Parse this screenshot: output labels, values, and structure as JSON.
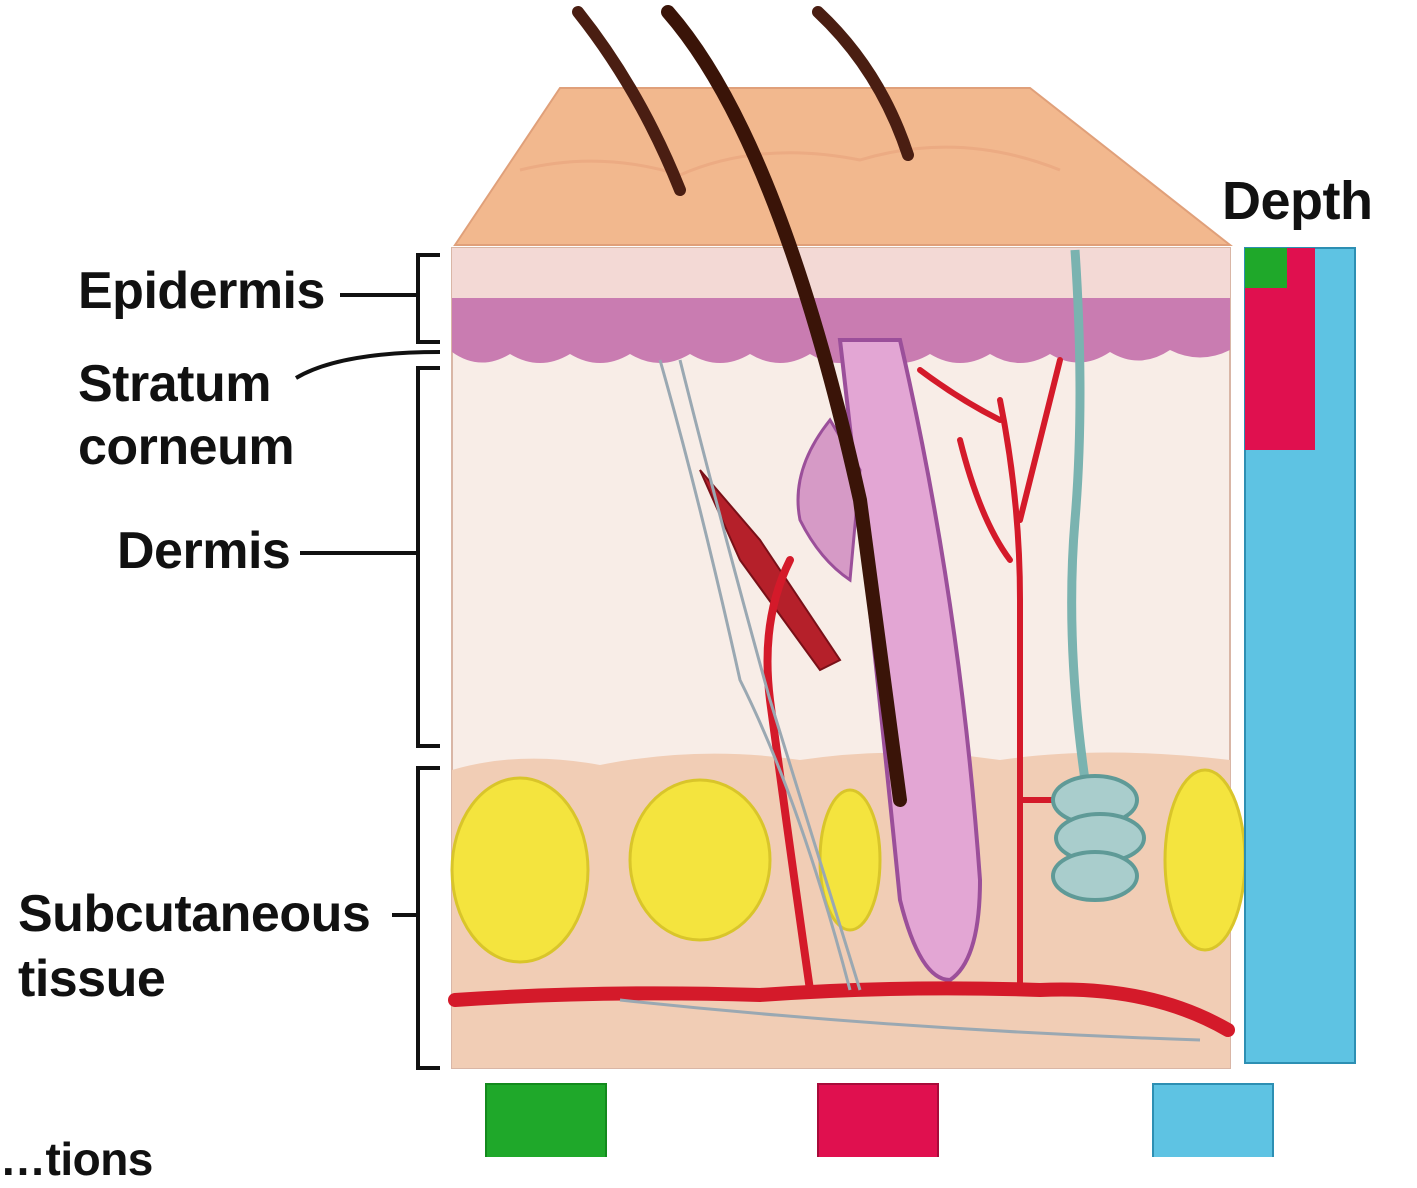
{
  "labels": {
    "depth": "Depth",
    "epidermis": "Epidermis",
    "stratum_line1": "Stratum",
    "stratum_line2": "corneum",
    "dermis": "Dermis",
    "subcutaneous_line1": "Subcutaneous",
    "subcutaneous_line2": "tissue",
    "bottom_cropped": "…tions"
  },
  "colors": {
    "green": "#1fa82a",
    "red": "#e0104f",
    "blue": "#5ec3e3",
    "skin_top": "#f0b48a",
    "epidermis_band": "#c77bb0",
    "dermis": "#f8ece6",
    "subcutaneous": "#f1cbb2",
    "fat": "#f3e23a",
    "vessel": "#d41a2a"
  }
}
